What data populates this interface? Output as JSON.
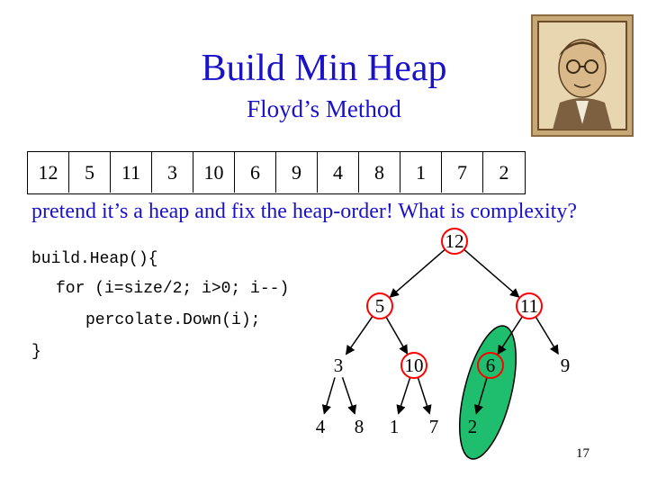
{
  "slide": {
    "title": "Build Min Heap",
    "subtitle": "Floyd’s Method",
    "prompt": "pretend it’s a heap and fix the heap-order!  What is complexity?",
    "page_number": "17"
  },
  "array": [
    "12",
    "5",
    "11",
    "3",
    "10",
    "6",
    "9",
    "4",
    "8",
    "1",
    "7",
    "2"
  ],
  "code": {
    "line1": "build.Heap(){",
    "line2": "for (i=size/2; i>0; i--)",
    "line3": "percolate.Down(i);",
    "line4": "}"
  },
  "tree": {
    "nodes": [
      {
        "id": 1,
        "value": "12",
        "circled": true
      },
      {
        "id": 2,
        "value": "5",
        "circled": true
      },
      {
        "id": 3,
        "value": "11",
        "circled": true
      },
      {
        "id": 4,
        "value": "3",
        "circled": false
      },
      {
        "id": 5,
        "value": "10",
        "circled": true
      },
      {
        "id": 6,
        "value": "6",
        "circled": true
      },
      {
        "id": 7,
        "value": "9",
        "circled": false
      },
      {
        "id": 8,
        "value": "4",
        "circled": false
      },
      {
        "id": 9,
        "value": "8",
        "circled": false
      },
      {
        "id": 10,
        "value": "1",
        "circled": false
      },
      {
        "id": 11,
        "value": "7",
        "circled": false
      },
      {
        "id": 12,
        "value": "2",
        "circled": false
      }
    ],
    "edges": [
      [
        1,
        2
      ],
      [
        1,
        3
      ],
      [
        2,
        4
      ],
      [
        2,
        5
      ],
      [
        3,
        6
      ],
      [
        3,
        7
      ],
      [
        4,
        8
      ],
      [
        4,
        9
      ],
      [
        5,
        10
      ],
      [
        5,
        11
      ],
      [
        6,
        12
      ]
    ],
    "highlight": {
      "nodes": [
        6,
        12
      ],
      "fill": "#1fbe6e"
    },
    "circle_color": "#ff0000"
  },
  "colors": {
    "title": "#1a12c8",
    "text": "#000000"
  }
}
